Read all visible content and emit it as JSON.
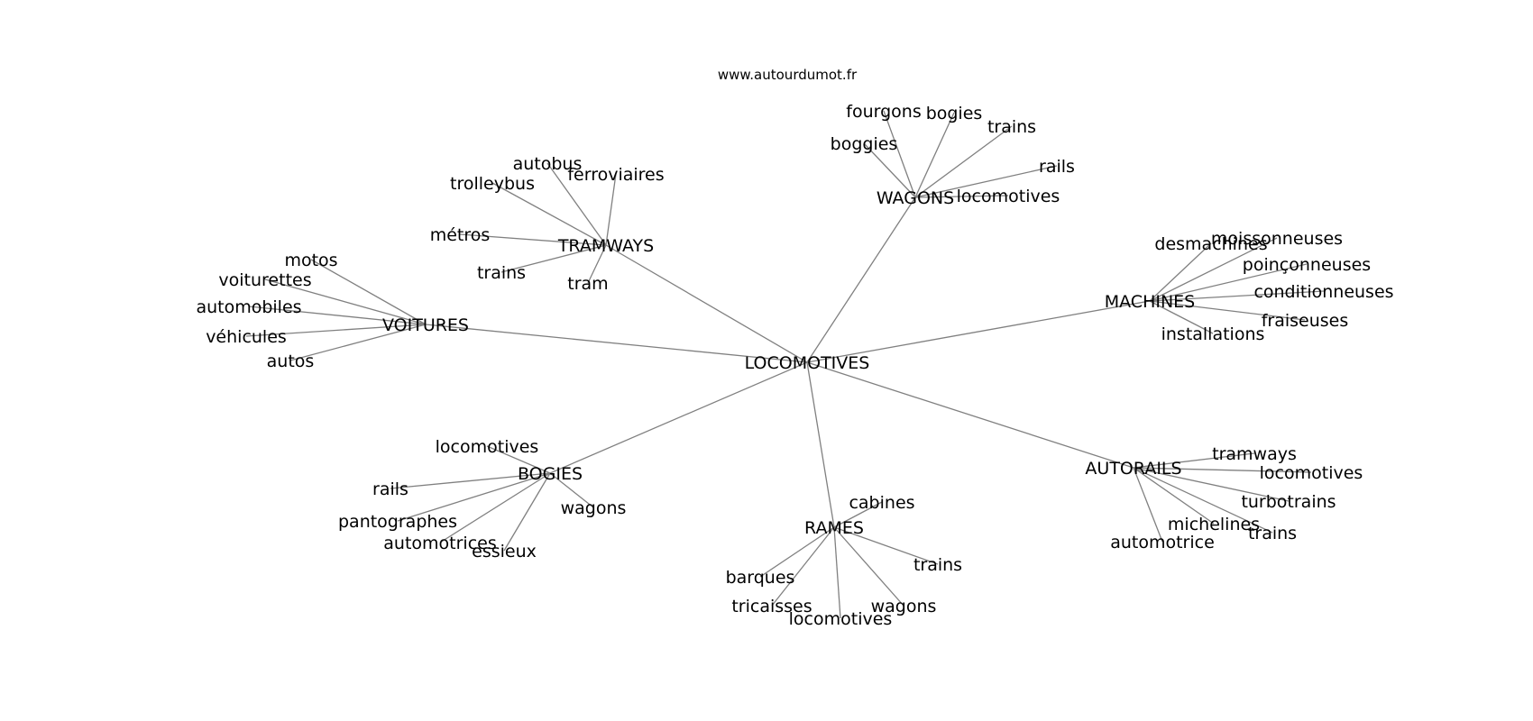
{
  "source": "www.autourdumot.fr",
  "center": "LOCOMOTIVES",
  "clusters": [
    {
      "hub": "WAGONS",
      "leaves": [
        "fourgons",
        "bogies",
        "trains",
        "boggies",
        "rails",
        "locomotives"
      ]
    },
    {
      "hub": "TRAMWAYS",
      "leaves": [
        "autobus",
        "ferroviaires",
        "trolleybus",
        "métros",
        "trains",
        "tram"
      ]
    },
    {
      "hub": "VOITURES",
      "leaves": [
        "motos",
        "voiturettes",
        "automobiles",
        "véhicules",
        "autos"
      ]
    },
    {
      "hub": "MACHINES",
      "leaves": [
        "desmachines",
        "moissonneuses",
        "poinçonneuses",
        "conditionneuses",
        "fraiseuses",
        "installations"
      ]
    },
    {
      "hub": "BOGIES",
      "leaves": [
        "locomotives",
        "rails",
        "pantographes",
        "automotrices",
        "essieux",
        "wagons"
      ]
    },
    {
      "hub": "RAMES",
      "leaves": [
        "cabines",
        "trains",
        "barques",
        "tricaisses",
        "locomotives",
        "wagons"
      ]
    },
    {
      "hub": "AUTORAILS",
      "leaves": [
        "tramways",
        "locomotives",
        "turbotrains",
        "michelines",
        "trains",
        "automotrice"
      ]
    }
  ]
}
